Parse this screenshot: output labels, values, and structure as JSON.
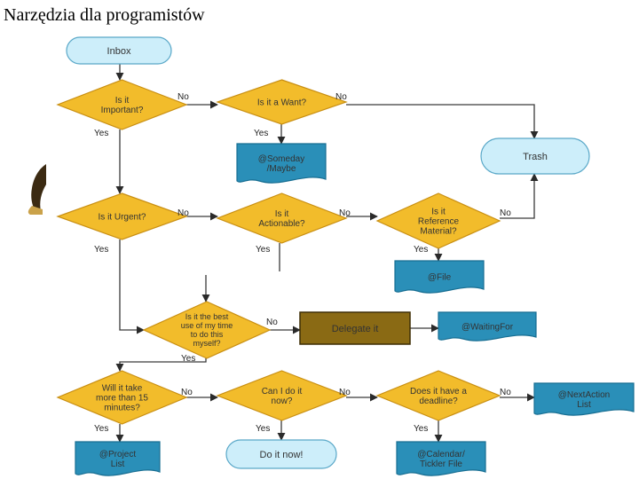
{
  "title": "Narzędzia dla programistów",
  "colors": {
    "decision_fill": "#f2bc2b",
    "decision_stroke": "#c98f12",
    "terminal_fill": "#cdeefa",
    "terminal_stroke": "#5aa8c8",
    "document_fill": "#2a8fb8",
    "document_stroke": "#176e92",
    "delegate_fill": "#8a6a14",
    "delegate_stroke": "#3e2e05",
    "line": "#3a3a3a"
  },
  "nodes": {
    "inbox": "Inbox",
    "important": "Is it\nImportant?",
    "want": "Is it a Want?",
    "someday": "@Someday\n/Maybe",
    "trash": "Trash",
    "urgent": "Is it Urgent?",
    "actionable": "Is it\nActionable?",
    "reference": "Is it\nReference\nMaterial?",
    "file": "@File",
    "best_use": "Is it the best\nuse of my time\nto do this\nmyself?",
    "delegate": "Delegate it",
    "waiting": "@WaitingFor",
    "fifteen": "Will it take\nmore than 15\nminutes?",
    "can_do_now": "Can I do it\nnow?",
    "deadline": "Does it have a\ndeadline?",
    "next_action": "@NextAction\nList",
    "project": "@Project\nList",
    "do_it_now": "Do it now!",
    "calendar": "@Calendar/\nTickler File"
  },
  "edge_labels": {
    "yes": "Yes",
    "no": "No"
  }
}
